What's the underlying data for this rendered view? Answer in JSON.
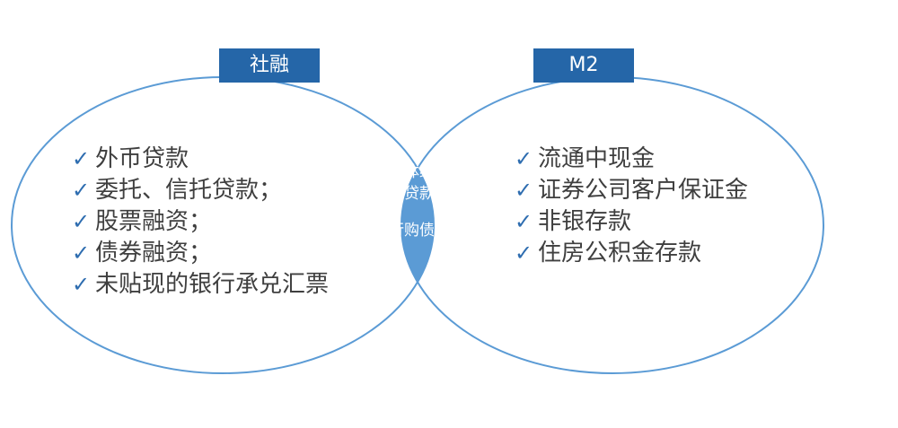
{
  "colors": {
    "circle_stroke": "#5B9BD5",
    "overlap_fill": "#5B9BD5",
    "tag_fill": "#2566A8",
    "text": "#3F3F3F",
    "check": "#2E6DB0"
  },
  "left": {
    "label": "社融",
    "items": [
      "外币贷款",
      "委托、信托贷款；",
      "股票融资；",
      "债券融资；",
      "未贴现的银行承兑汇票"
    ]
  },
  "right": {
    "label": "M2",
    "items": [
      "流通中现金",
      "证券公司客户保证金",
      "非银存款",
      "住房公积金存款"
    ]
  },
  "overlap": {
    "items": [
      "给实体经济的人民币贷款；",
      "银行购债"
    ]
  },
  "check_glyph": "✓"
}
